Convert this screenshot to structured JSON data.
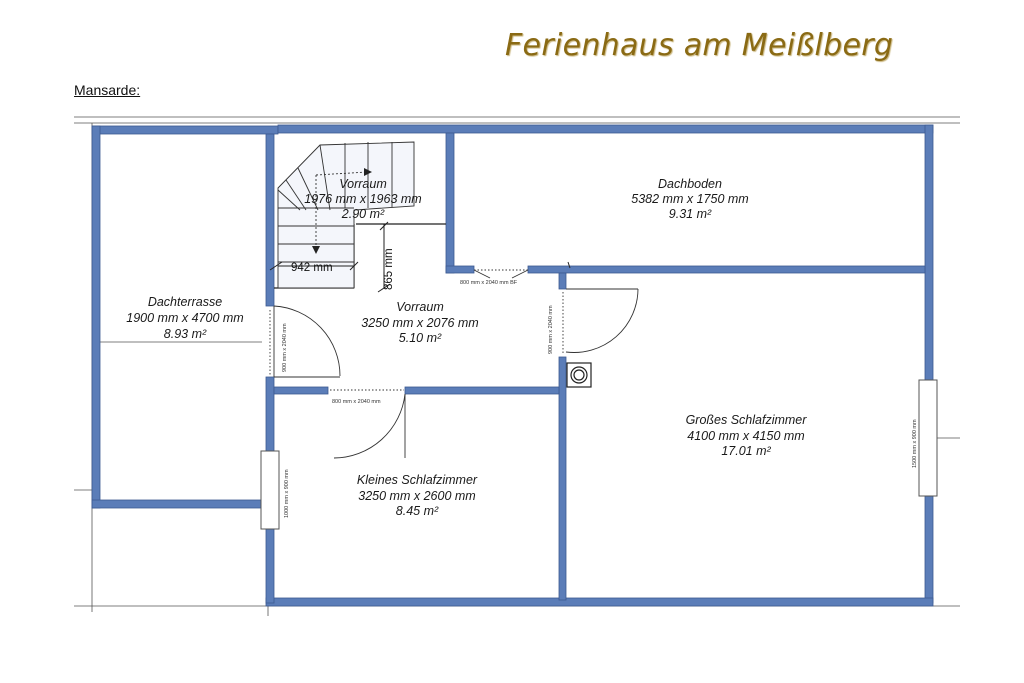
{
  "header": {
    "title": "Ferienhaus am Meißlberg",
    "floor_label": "Mansarde:"
  },
  "rooms": {
    "dachterrasse": {
      "name": "Dachterrasse",
      "dim": "1900 mm x 4700 mm",
      "area": "8.93 m²"
    },
    "vorraum_stair": {
      "name": "Vorraum",
      "dim": "1976 mm x 1963 mm",
      "area": "2.90 m²"
    },
    "dachboden": {
      "name": "Dachboden",
      "dim": "5382 mm x 1750 mm",
      "area": "9.31 m²"
    },
    "vorraum": {
      "name": "Vorraum",
      "dim": "3250 mm x 2076 mm",
      "area": "5.10 m²"
    },
    "kleines_schlafzimmer": {
      "name": "Kleines Schlafzimmer",
      "dim": "3250 mm x 2600 mm",
      "area": "8.45 m²"
    },
    "grosses_schlafzimmer": {
      "name": "Großes Schlafzimmer",
      "dim": "4100 mm x 4150 mm",
      "area": "17.01 m²"
    }
  },
  "measurements": {
    "stair_width": "942 mm",
    "stair_depth": "865 mm"
  },
  "openings": {
    "door_dachboden": "800 mm x 2040 mm BF",
    "door_vorraum_terrace": "900 mm x 2040 mm",
    "door_schlafzimmer_gross": "900 mm x 2040 mm",
    "door_kleines": "800 mm x 2040 mm",
    "window_kleines": "1000 mm x 900 mm",
    "window_gross": "1500 mm x 900 mm"
  },
  "colors": {
    "wall": "#5b7db8",
    "wall_edge": "#3d5a91",
    "title": "#8a6a14"
  }
}
